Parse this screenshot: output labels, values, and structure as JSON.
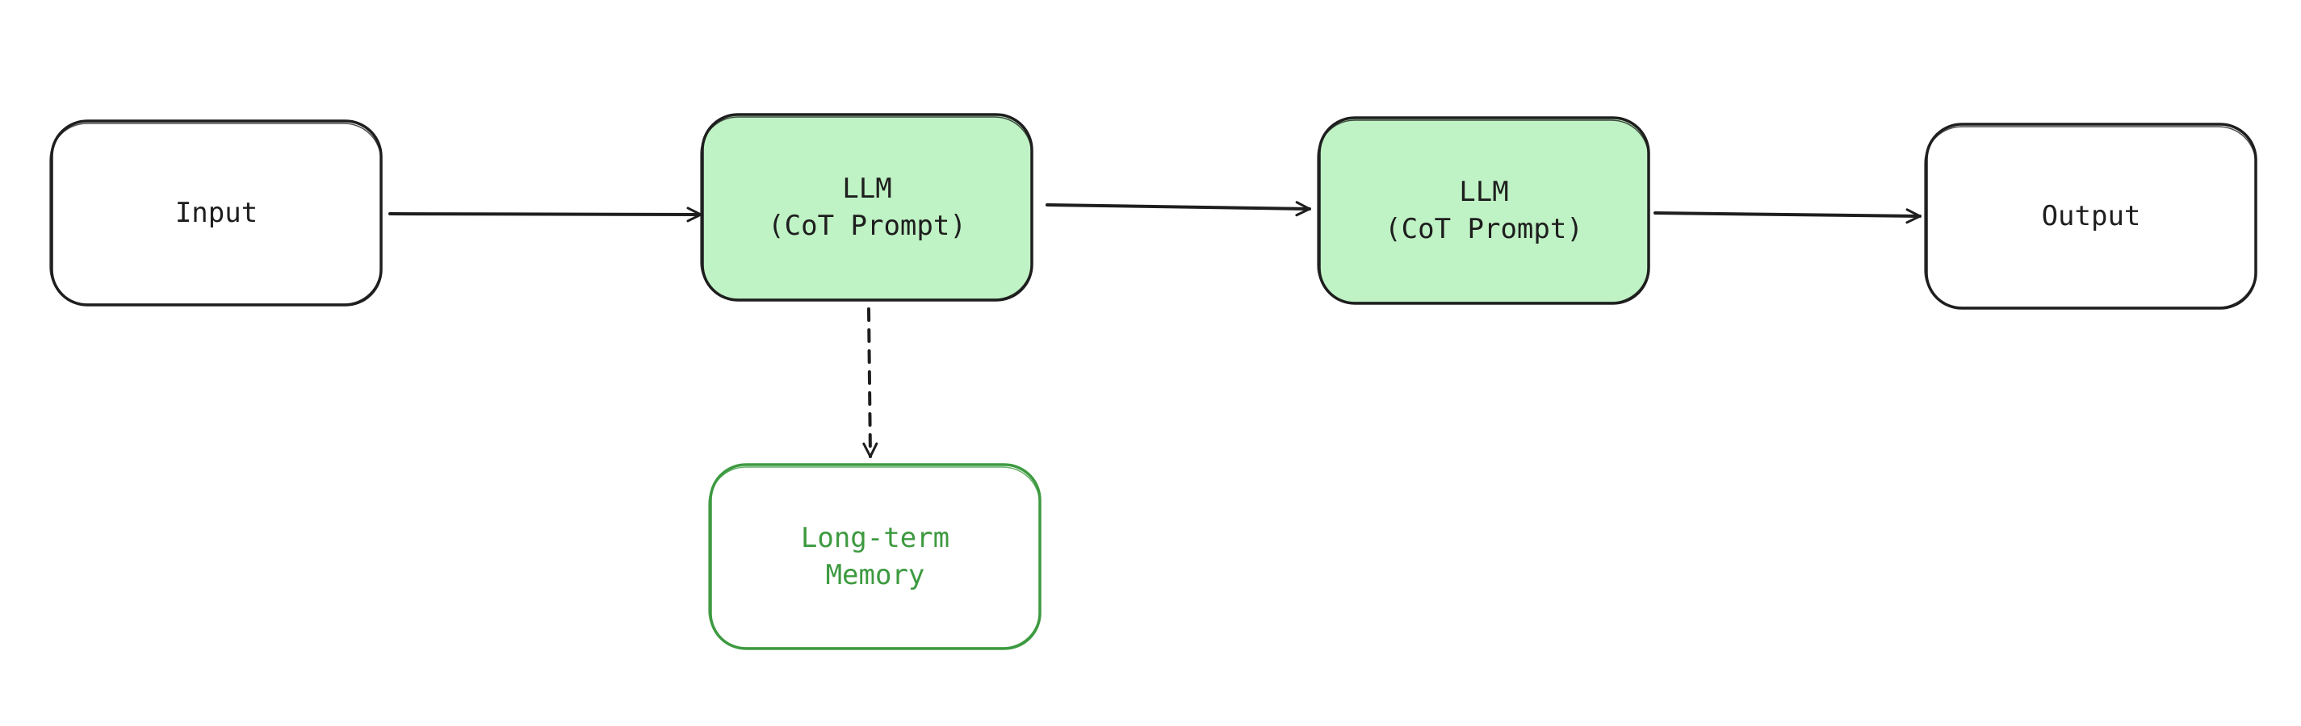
{
  "colors": {
    "stroke": "#1e1e1e",
    "llm_fill": "#bff2c4",
    "memory_stroke": "#3d9a40",
    "memory_text": "#3d9a40",
    "background": "#ffffff"
  },
  "nodes": {
    "input": {
      "label": "Input"
    },
    "llm1": {
      "line1": "LLM",
      "line2": "(CoT Prompt)"
    },
    "llm2": {
      "line1": "LLM",
      "line2": "(CoT Prompt)"
    },
    "output": {
      "label": "Output"
    },
    "memory": {
      "line1": "Long-term",
      "line2": "Memory"
    }
  },
  "edges": [
    {
      "from": "input",
      "to": "llm1",
      "style": "solid"
    },
    {
      "from": "llm1",
      "to": "llm2",
      "style": "solid"
    },
    {
      "from": "llm2",
      "to": "output",
      "style": "solid"
    },
    {
      "from": "llm1",
      "to": "memory",
      "style": "dashed"
    }
  ]
}
